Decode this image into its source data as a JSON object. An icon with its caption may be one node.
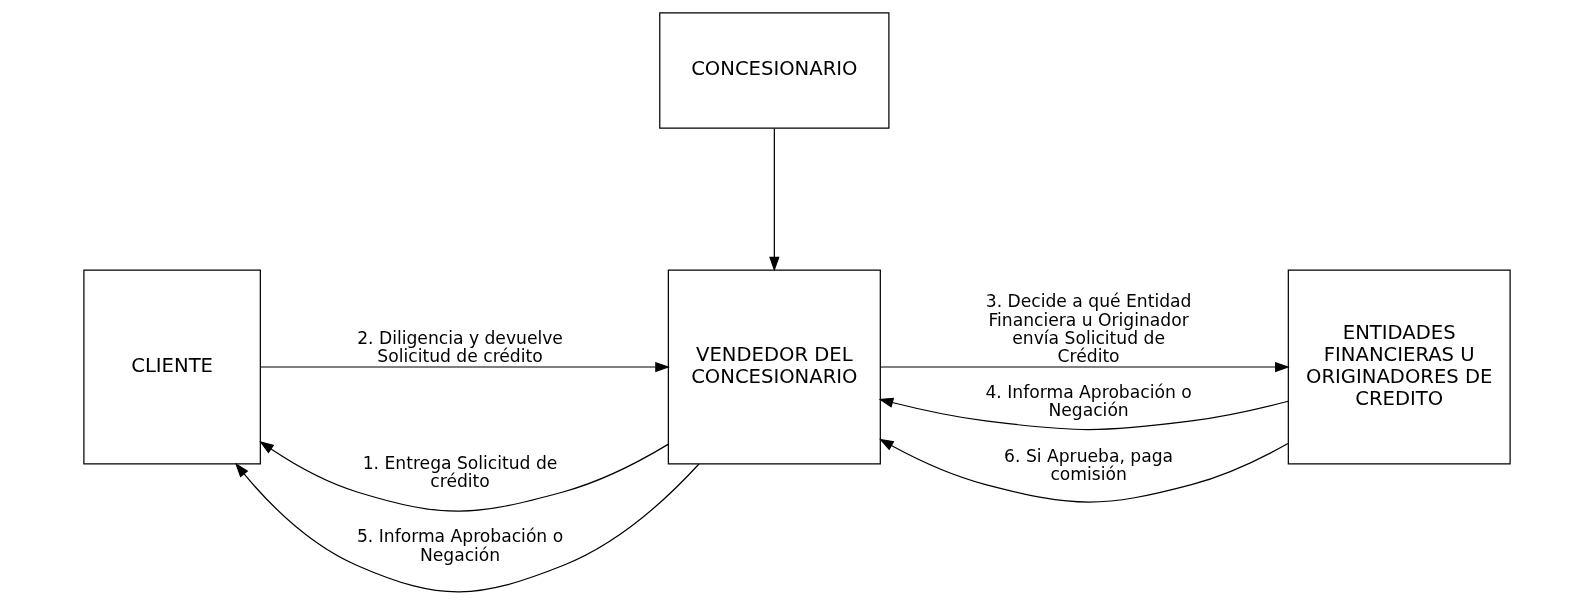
{
  "diagram": {
    "nodes": [
      {
        "text": [
          "CONCESIONARIO"
        ]
      },
      {
        "text": [
          "CLIENTE"
        ]
      },
      {
        "text": [
          "VENDEDOR DEL CONCESIONARIO"
        ]
      },
      {
        "text": [
          "ENTIDADES FINANCIERAS U ORIGINADORES DE CREDITO"
        ]
      }
    ],
    "edges": [
      {
        "from": 0,
        "to": 2,
        "arrow": "to"
      },
      {
        "from": 2,
        "to": 1,
        "arrow": "to",
        "label": "1. Entrega Solicitud de crédito"
      },
      {
        "from": 1,
        "to": 2,
        "arrow": "to",
        "label": "2. Diligencia y devuelve Solicitud de crédito"
      },
      {
        "from": 2,
        "to": 3,
        "arrow": "to",
        "label": "3. Decide a qué Entidad Financiera u Originador envía Solicitud de Crédito"
      },
      {
        "from": 3,
        "to": 2,
        "arrow": "to",
        "label": "4. Informa Aprobación o Negación"
      },
      {
        "from": 2,
        "to": 1,
        "arrow": "to",
        "label": "5. Informa Aprobación o Negación"
      },
      {
        "from": 3,
        "to": 2,
        "arrow": "to",
        "label": "6. Si Aprueba, paga comisión"
      }
    ]
  }
}
